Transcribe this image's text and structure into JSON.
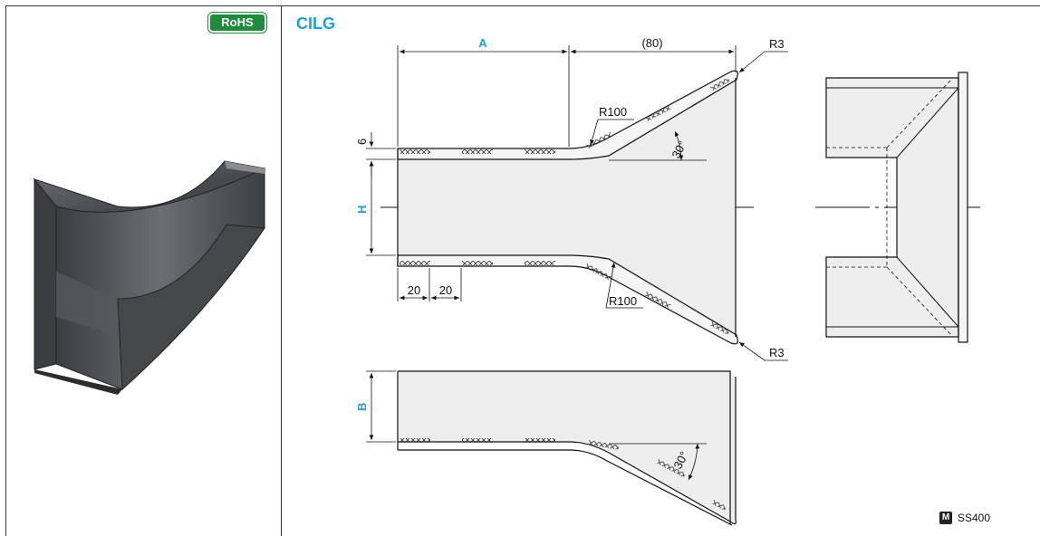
{
  "badge": {
    "label": "RoHS"
  },
  "product": {
    "code": "CILG"
  },
  "dimensions": {
    "A": "A",
    "B": "B",
    "H": "H",
    "thickness": "6",
    "flare_length": "(80)",
    "inner_radius_top": "R100",
    "inner_radius_bottom": "R100",
    "edge_radius_top": "R3",
    "edge_radius_bottom": "R3",
    "angle_top": "30°",
    "angle_bottom": "30°",
    "pitch_1": "20",
    "pitch_2": "20"
  },
  "material": {
    "mark": "M",
    "code": "SS400"
  },
  "colors": {
    "accent": "#1ba1d8",
    "badge": "#1e8c3a",
    "part_fill": "#eeeeee"
  }
}
